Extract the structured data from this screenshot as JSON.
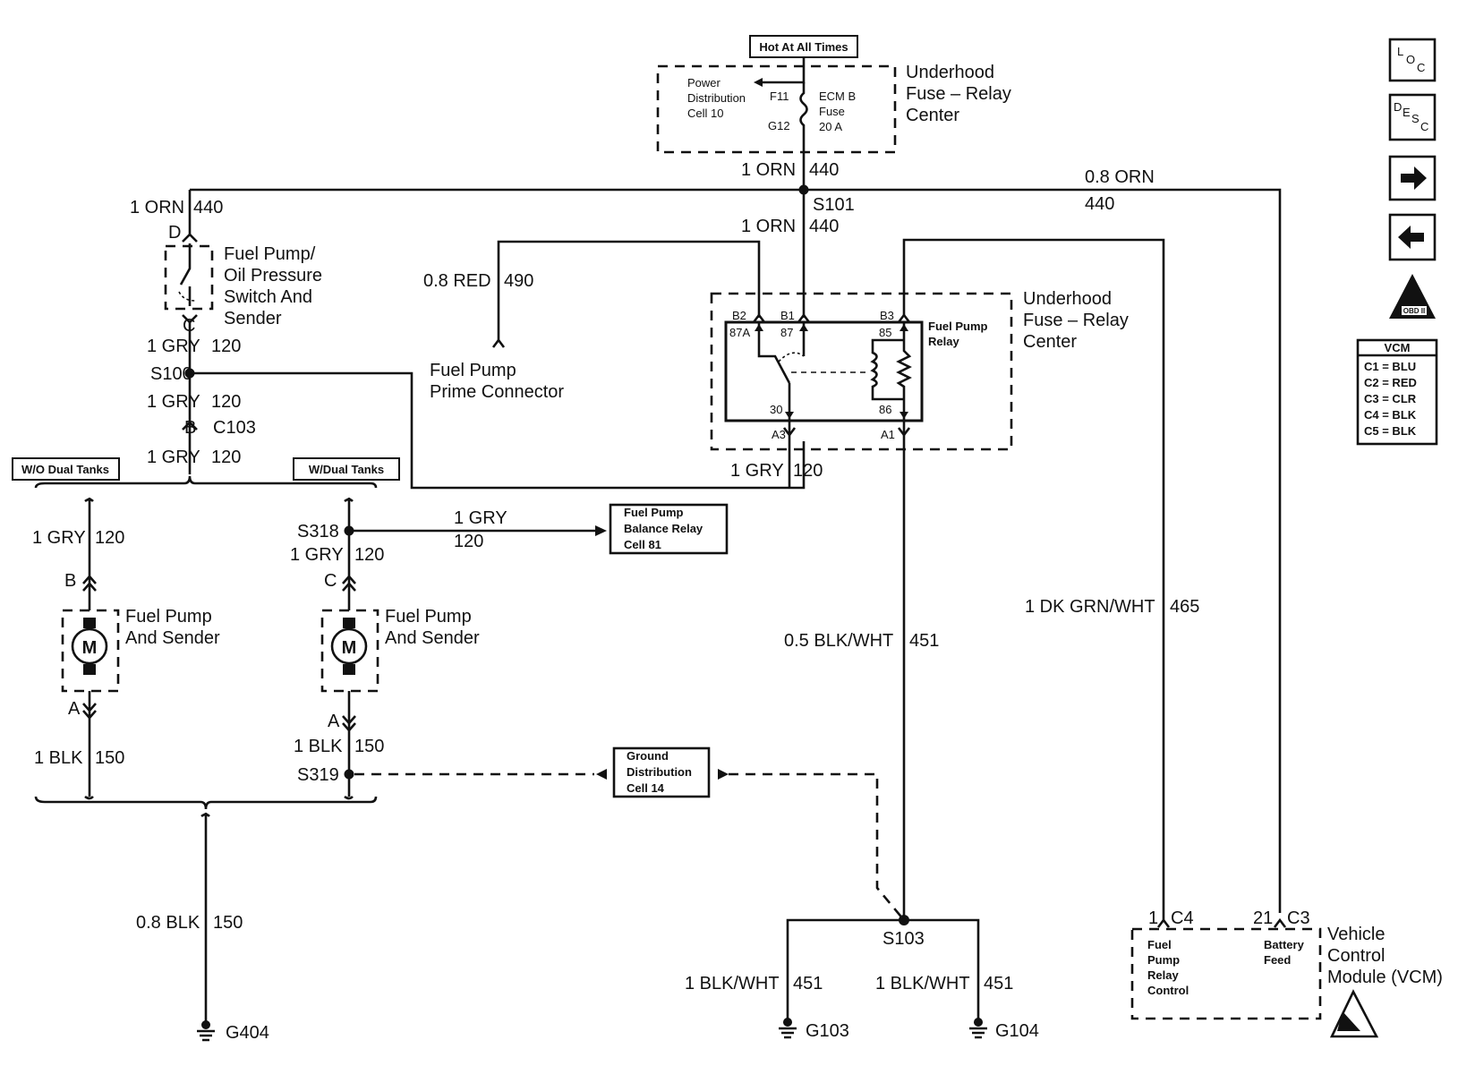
{
  "header": {
    "hot_label": "Hot At All Times"
  },
  "fuse_center_top": {
    "title_l1": "Underhood",
    "title_l2": "Fuse – Relay",
    "title_l3": "Center",
    "pdc_l1": "Power",
    "pdc_l2": "Distribution",
    "pdc_l3": "Cell 10",
    "pin_top": "F11",
    "pin_bottom": "G12",
    "fuse_l1": "ECM B",
    "fuse_l2": "Fuse",
    "fuse_l3": "20 A"
  },
  "wires": {
    "orn_top": "1 ORN",
    "orn_top_circuit": "440",
    "orn_left": "1 ORN",
    "orn_left_circuit": "440",
    "orn_mid": "1 ORN",
    "orn_mid_circuit": "440",
    "orn_right": "0.8 ORN",
    "orn_right_circuit": "440",
    "red": "0.8 RED",
    "red_circuit": "490",
    "gry1": "1 GRY",
    "gry1_circuit": "120",
    "gry2": "1 GRY",
    "gry2_circuit": "120",
    "gry3": "1 GRY",
    "gry3_circuit": "120",
    "gry_relay": "1 GRY",
    "gry_relay_circuit": "120",
    "gry_wo": "1 GRY",
    "gry_wo_circuit": "120",
    "gry_w": "1 GRY",
    "gry_w_circuit": "120",
    "gry_bal": "1 GRY",
    "gry_bal_circuit": "120",
    "blk_wo": "1 BLK",
    "blk_wo_circuit": "150",
    "blk_w": "1 BLK",
    "blk_w_circuit": "150",
    "blk_g404": "0.8 BLK",
    "blk_g404_circuit": "150",
    "blkwht_main": "0.5 BLK/WHT",
    "blkwht_main_circuit": "451",
    "blkwht_g103": "1 BLK/WHT",
    "blkwht_g103_circuit": "451",
    "blkwht_g104": "1 BLK/WHT",
    "blkwht_g104_circuit": "451",
    "dkgrn": "1 DK GRN/WHT",
    "dkgrn_circuit": "465"
  },
  "splices": {
    "s101": "S101",
    "s100": "S100",
    "s318": "S318",
    "s319": "S319",
    "s103": "S103",
    "c103": "C103"
  },
  "switch": {
    "pin_d": "D",
    "pin_c": "C",
    "pin_b": "B",
    "label_l1": "Fuel Pump/",
    "label_l2": "Oil Pressure",
    "label_l3": "Switch And",
    "label_l4": "Sender"
  },
  "prime": {
    "label_l1": "Fuel Pump",
    "label_l2": "Prime Connector"
  },
  "relay_center": {
    "title_l1": "Underhood",
    "title_l2": "Fuse – Relay",
    "title_l3": "Center",
    "relay_l1": "Fuel Pump",
    "relay_l2": "Relay",
    "b2": "B2",
    "b1": "B1",
    "b3": "B3",
    "p87a": "87A",
    "p87": "87",
    "p85": "85",
    "p30": "30",
    "p86": "86",
    "a3": "A3",
    "a1": "A1"
  },
  "tanks": {
    "wo_label": "W/O Dual Tanks",
    "w_label": "W/Dual Tanks",
    "pump_l1": "Fuel Pump",
    "pump_l2": "And Sender",
    "pump2_l1": "Fuel Pump",
    "pump2_l2": "And Sender",
    "motor": "M",
    "motor2": "M",
    "pin_b": "B",
    "pin_a": "A",
    "pin_c2": "C",
    "pin_a2": "A"
  },
  "balance": {
    "l1": "Fuel Pump",
    "l2": "Balance Relay",
    "l3": "Cell 81"
  },
  "ground_dist": {
    "l1": "Ground",
    "l2": "Distribution",
    "l3": "Cell 14"
  },
  "grounds": {
    "g404": "G404",
    "g103": "G103",
    "g104": "G104"
  },
  "vcm": {
    "pin1": "1",
    "c4": "C4",
    "pin21": "21",
    "c3": "C3",
    "fuel_l1": "Fuel",
    "fuel_l2": "Pump",
    "fuel_l3": "Relay",
    "fuel_l4": "Control",
    "bat_l1": "Battery",
    "bat_l2": "Feed",
    "title_l1": "Vehicle",
    "title_l2": "Control",
    "title_l3": "Module (VCM)"
  },
  "sidebar": {
    "loc_l": "L",
    "loc_o": "O",
    "loc_c": "C",
    "desc_d": "D",
    "desc_e": "E",
    "desc_s": "S",
    "desc_c": "C",
    "obd": "OBD II",
    "legend_title": "VCM",
    "legend": [
      "C1 = BLU",
      "C2 = RED",
      "C3 = CLR",
      "C4 = BLK",
      "C5 = BLK"
    ]
  }
}
